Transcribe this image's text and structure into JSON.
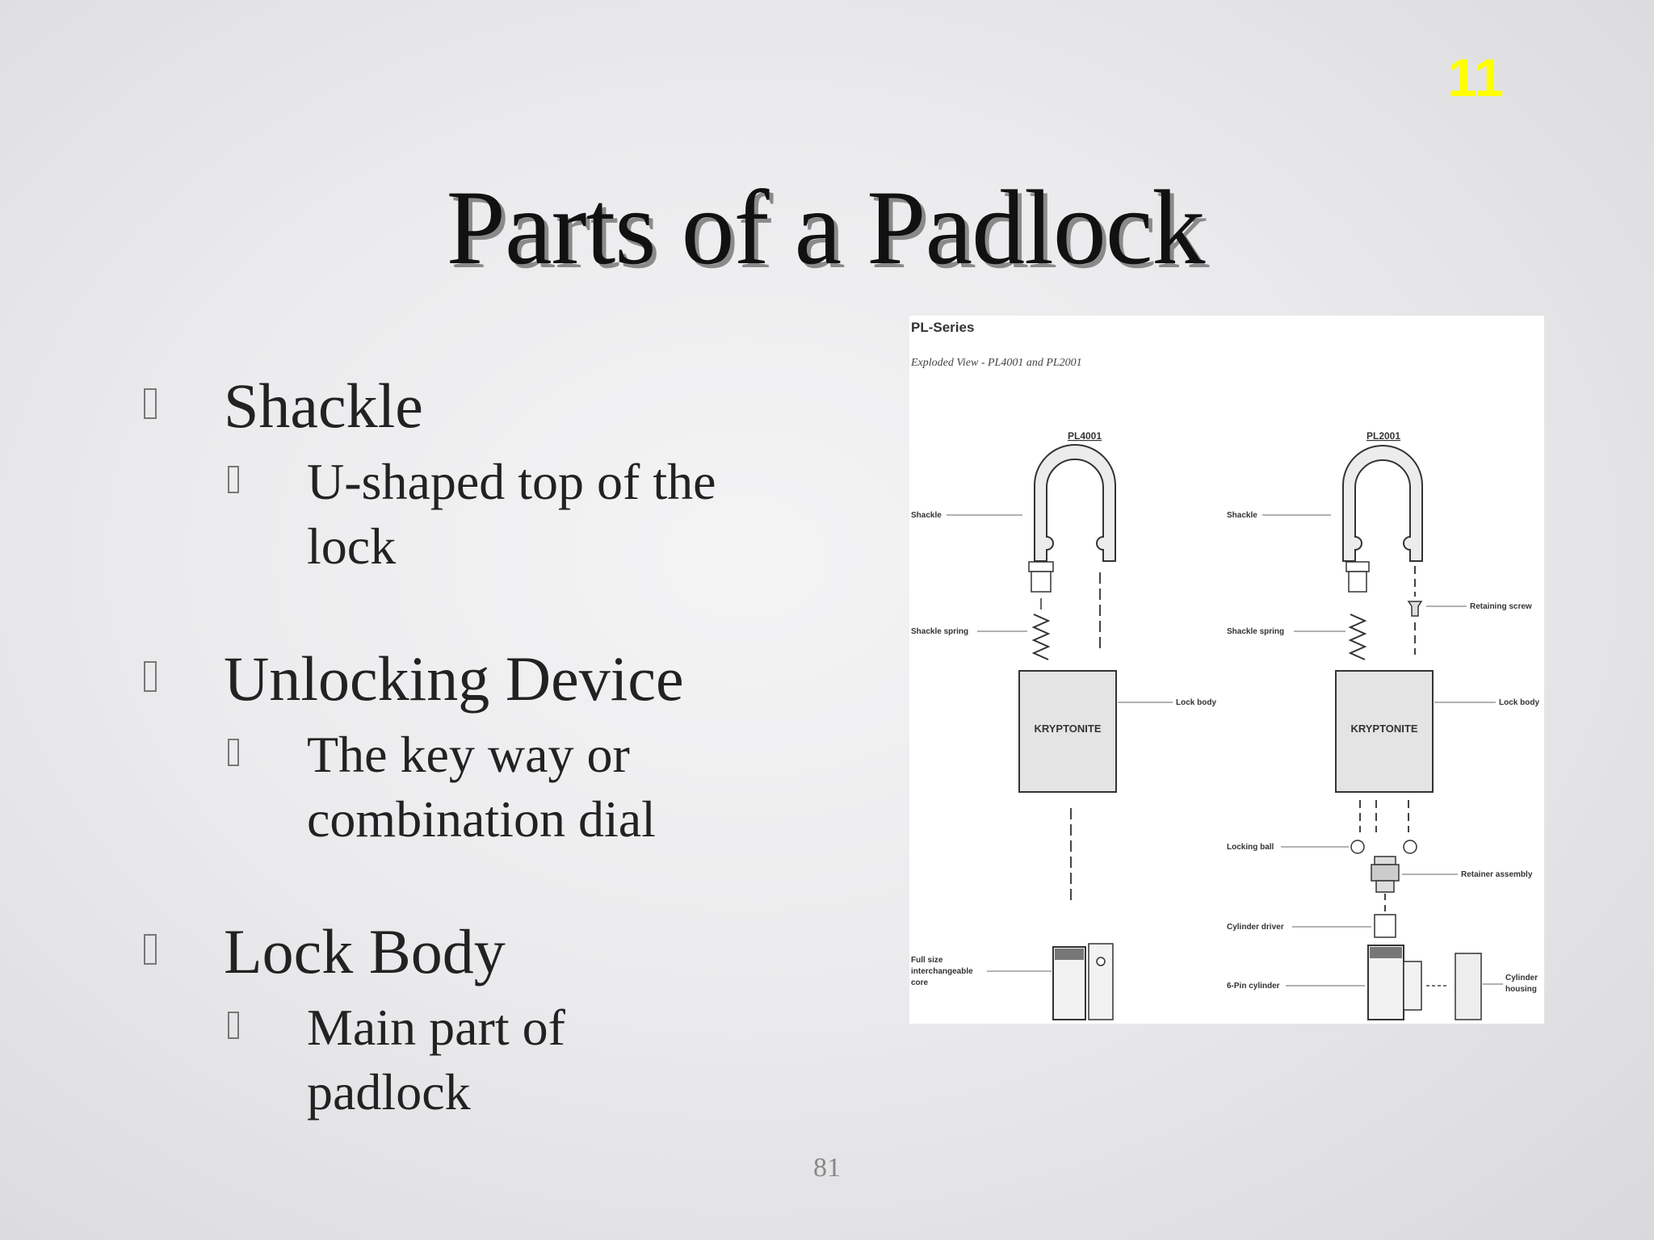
{
  "slide_number": "11",
  "title": "Parts of a Padlock",
  "bullets": [
    {
      "label": "Shackle",
      "sub": [
        "U-shaped top of the",
        "lock"
      ]
    },
    {
      "label": "Unlocking Device",
      "sub": [
        "The key way or",
        "combination dial"
      ]
    },
    {
      "label": "Lock Body",
      "sub": [
        "Main part of",
        "padlock"
      ]
    }
  ],
  "figure": {
    "header": "PL-Series",
    "subheader": "Exploded View - PL4001 and PL2001",
    "left_model": "PL4001",
    "right_model": "PL2001",
    "brand": "KRYPTONITE",
    "left_labels": {
      "shackle": "Shackle",
      "shackle_spring": "Shackle spring",
      "lock_body": "Lock body",
      "core_line1": "Full size",
      "core_line2": "interchangeable",
      "core_line3": "core"
    },
    "right_labels": {
      "shackle": "Shackle",
      "retaining_screw": "Retaining screw",
      "shackle_spring": "Shackle spring",
      "lock_body": "Lock body",
      "locking_ball": "Locking ball",
      "retainer_assembly": "Retainer assembly",
      "cylinder_driver": "Cylinder driver",
      "pin_cylinder": "6-Pin cylinder",
      "cylinder_housing_line1": "Cylinder",
      "cylinder_housing_line2": "housing"
    }
  },
  "page_footer": "81"
}
